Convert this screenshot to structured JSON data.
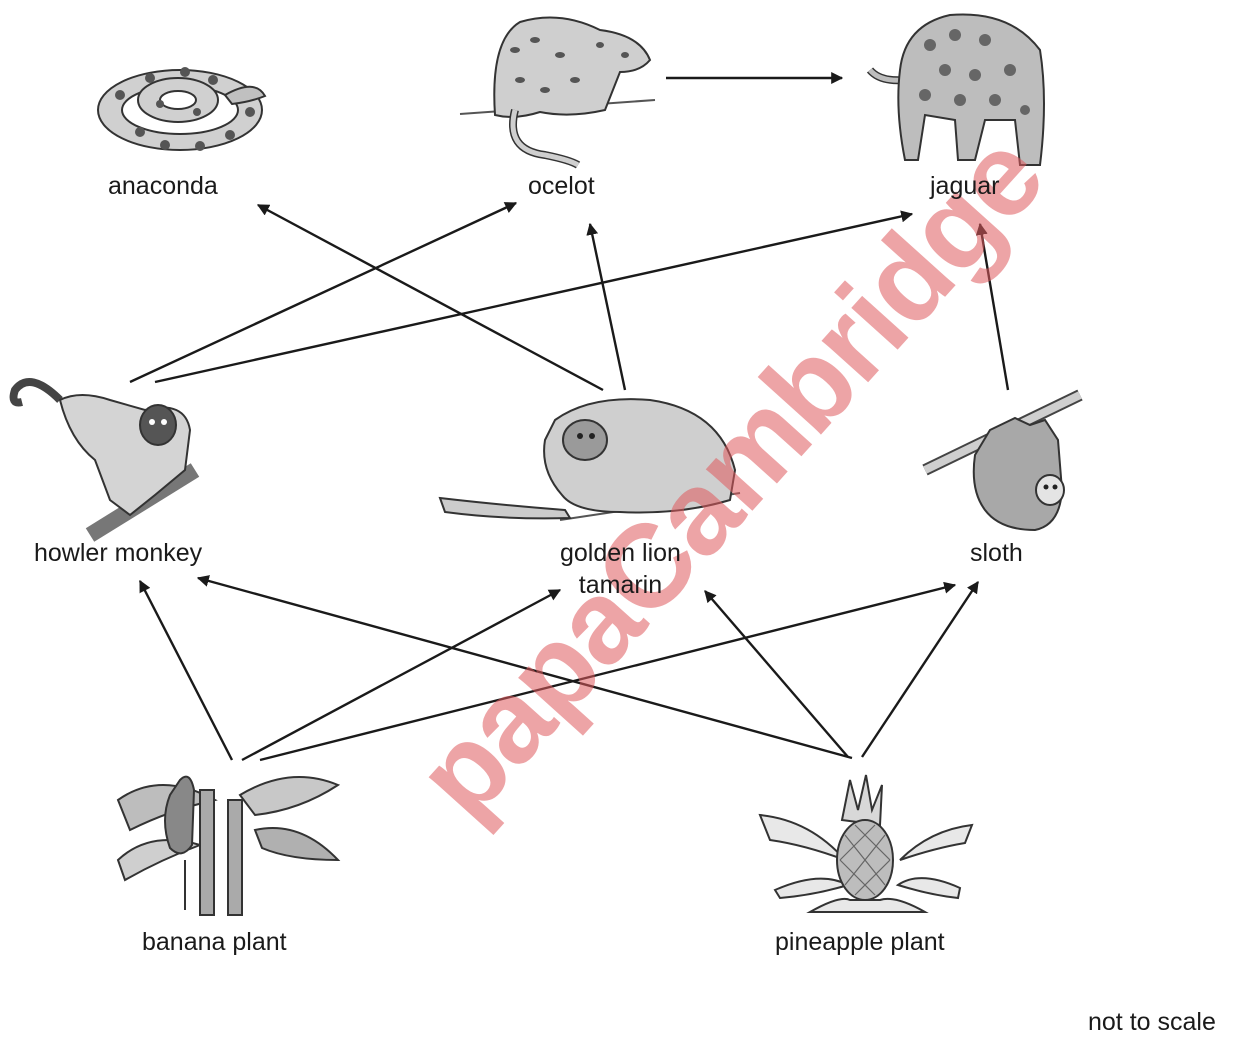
{
  "organisms": {
    "anaconda": "anaconda",
    "ocelot": "ocelot",
    "jaguar": "jaguar",
    "howler_monkey": "howler monkey",
    "golden_lion_tamarin_line1": "golden lion",
    "golden_lion_tamarin_line2": "tamarin",
    "sloth": "sloth",
    "banana_plant": "banana plant",
    "pineapple_plant": "pineapple plant"
  },
  "note": "not to scale",
  "watermark": "papaCambridge",
  "colors": {
    "arrow": "#1a1a1a",
    "watermark": "#e05a5e",
    "illustration_fill": "#c8c8c8",
    "illustration_stroke": "#333333"
  },
  "food_web": [
    {
      "from": "ocelot",
      "to": "jaguar"
    },
    {
      "from": "howler_monkey",
      "to": "ocelot"
    },
    {
      "from": "howler_monkey",
      "to": "jaguar"
    },
    {
      "from": "golden_lion_tamarin",
      "to": "anaconda"
    },
    {
      "from": "golden_lion_tamarin",
      "to": "ocelot"
    },
    {
      "from": "sloth",
      "to": "jaguar"
    },
    {
      "from": "banana_plant",
      "to": "howler_monkey"
    },
    {
      "from": "banana_plant",
      "to": "golden_lion_tamarin"
    },
    {
      "from": "banana_plant",
      "to": "sloth"
    },
    {
      "from": "pineapple_plant",
      "to": "howler_monkey"
    },
    {
      "from": "pineapple_plant",
      "to": "golden_lion_tamarin"
    },
    {
      "from": "pineapple_plant",
      "to": "sloth"
    }
  ]
}
